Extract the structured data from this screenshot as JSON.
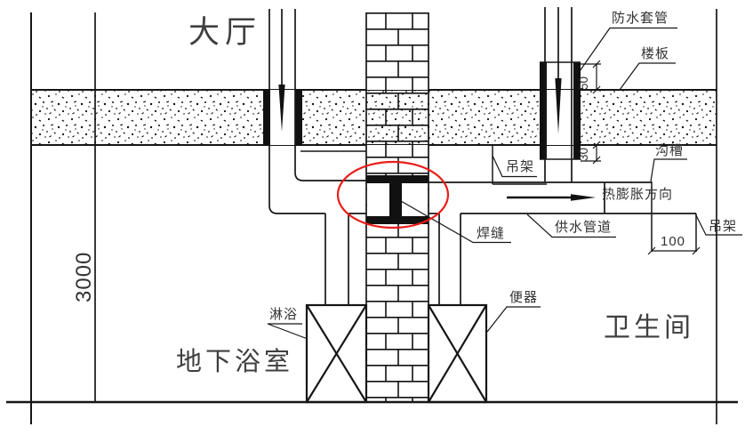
{
  "drawing": {
    "rooms": {
      "hall": "大厅",
      "basement_bathhouse": "地下浴室",
      "bathroom": "卫生间"
    },
    "labels": {
      "waterproof_sleeve": "防水套管",
      "floor_slab": "楼板",
      "hanger_upper": "吊架",
      "groove": "沟槽",
      "thermal_expansion_direction": "热膨胀方向",
      "weld_seam": "焊缝",
      "water_supply_pipe": "供水管道",
      "hanger_lower": "吊架",
      "shower": "淋浴",
      "toilet": "便器"
    },
    "dimensions": {
      "story_height": "3000",
      "groove_width": "100",
      "sleeve_height_above_slab": "50",
      "sleeve_depth_below_slab": "30"
    },
    "colors": {
      "line": "#161616",
      "highlight": "#ea1d1a",
      "background": "#ffffff"
    }
  }
}
